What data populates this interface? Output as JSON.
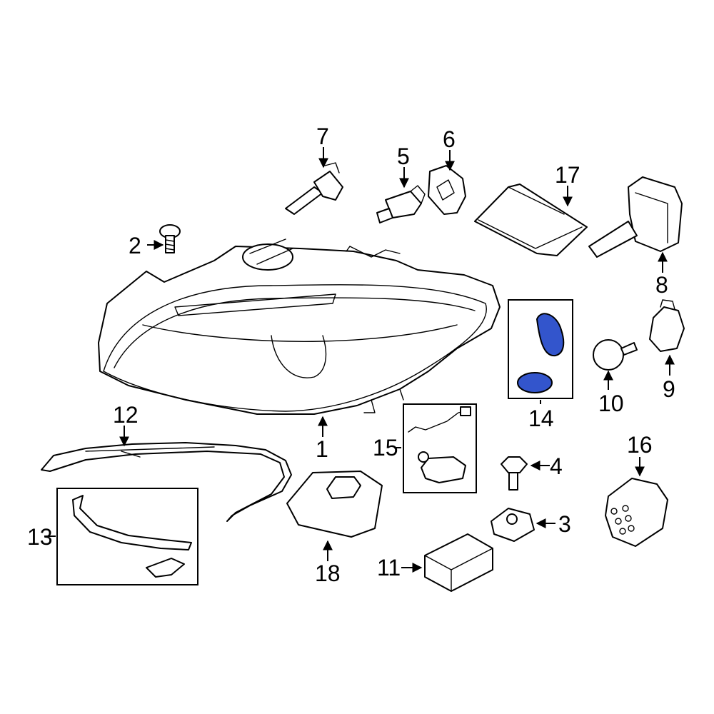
{
  "callouts": {
    "c1": "1",
    "c2": "2",
    "c3": "3",
    "c4": "4",
    "c5": "5",
    "c6": "6",
    "c7": "7",
    "c8": "8",
    "c9": "9",
    "c10": "10",
    "c11": "11",
    "c12": "12",
    "c13": "13",
    "c14": "14",
    "c15": "15",
    "c16": "16",
    "c17": "17",
    "c18": "18"
  },
  "colors": {
    "highlight": "#3355cc",
    "line": "#000000",
    "background": "#ffffff"
  }
}
